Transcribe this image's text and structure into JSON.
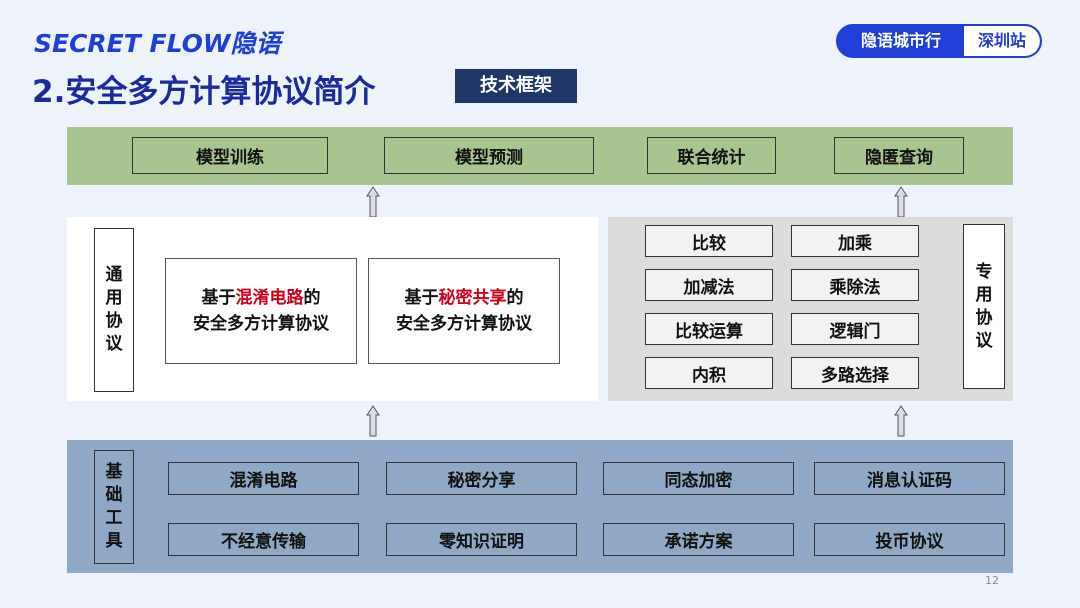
{
  "header": {
    "logo": "SECRET FLOW隐语",
    "badge_left": "隐语城市行",
    "badge_right": "深圳站",
    "title": "2.安全多方计算协议简介",
    "tag": "技术框架"
  },
  "applications": [
    "模型训练",
    "模型预测",
    "联合统计",
    "隐匿查询"
  ],
  "general": {
    "label": "通用协议",
    "protocols": [
      {
        "prefix": "基于",
        "highlight": "混淆电路",
        "suffix": "的",
        "line2": "安全多方计算协议"
      },
      {
        "prefix": "基于",
        "highlight": "秘密共享",
        "suffix": "的",
        "line2": "安全多方计算协议"
      }
    ]
  },
  "special": {
    "label": "专用协议",
    "items": [
      "比较",
      "加乘",
      "加减法",
      "乘除法",
      "比较运算",
      "逻辑门",
      "内积",
      "多路选择"
    ]
  },
  "basic": {
    "label": "基础工具",
    "items": [
      "混淆电路",
      "秘密分享",
      "同态加密",
      "消息认证码",
      "不经意传输",
      "零知识证明",
      "承诺方案",
      "投币协议"
    ]
  },
  "page_number": "12",
  "colors": {
    "brand": "#1f3fd8",
    "title": "#1b2a9c",
    "application_band": "#a9c58f",
    "special_band": "#dcdcdc",
    "basic_band": "#8ea8c6",
    "highlight": "#d0021b"
  }
}
